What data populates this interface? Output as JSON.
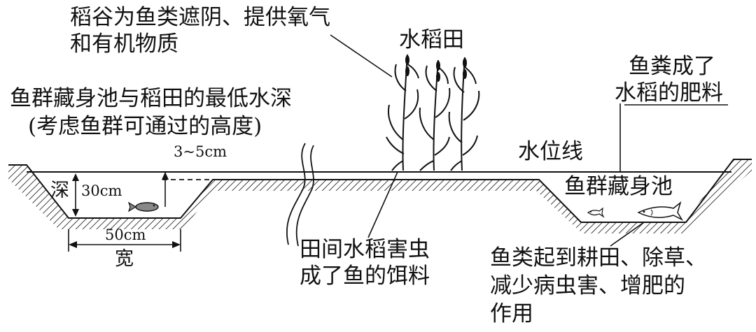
{
  "labels": {
    "rice_function": [
      "稻谷为鱼类遮阴、提供氧气",
      "和有机物质"
    ],
    "rice_field": "水稻田",
    "fish_dung": [
      "鱼粪成了",
      "水稻的肥料"
    ],
    "min_depth": [
      "鱼群藏身池与稻田的最低水深",
      "(考虑鱼群可通过的高度)"
    ],
    "depth_range": "3~5cm",
    "water_line": "水位线",
    "shelter_pool": "鱼群藏身池",
    "depth_word": "深",
    "depth_value": "30cm",
    "width_value": "50cm",
    "width_word": "宽",
    "pests": [
      "田间水稻害虫",
      "成了鱼的饵料"
    ],
    "fish_roles": [
      "鱼类起到耕田、除草、",
      "减少病虫害、增肥的",
      "作用"
    ]
  }
}
